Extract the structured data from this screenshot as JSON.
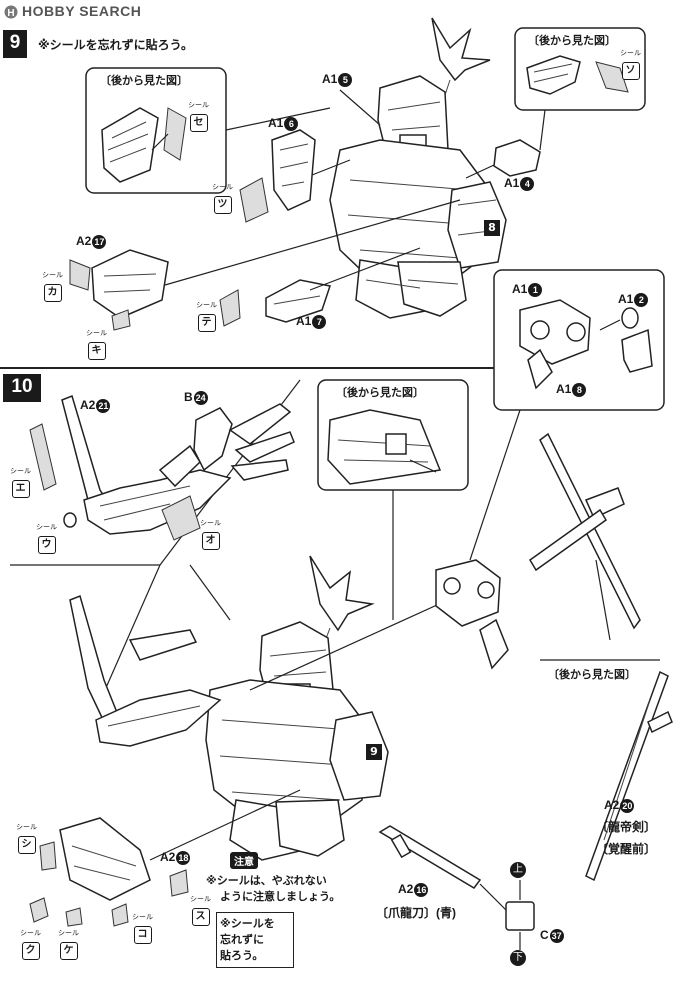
{
  "header": {
    "logo_text": "HOBBY SEARCH"
  },
  "step9": {
    "number": "9",
    "note": "※シールを忘れずに貼ろう。",
    "rear_view_left": "〔後から見た図〕",
    "rear_view_right": "〔後から見た図〕",
    "sticker_word": "シール",
    "parts": {
      "a1_5": {
        "label": "A1",
        "num": "5"
      },
      "a1_6": {
        "label": "A1",
        "num": "6"
      },
      "a1_4": {
        "label": "A1",
        "num": "4"
      },
      "a1_7": {
        "label": "A1",
        "num": "7"
      },
      "a2_17": {
        "label": "A2",
        "num": "17"
      }
    },
    "stickers": {
      "se": "セ",
      "so": "ソ",
      "tsu": "ツ",
      "ka": "カ",
      "ki": "キ",
      "te": "テ"
    },
    "ref_badge": "8"
  },
  "weapon_box": {
    "a1_1": {
      "label": "A1",
      "num": "1"
    },
    "a1_2": {
      "label": "A1",
      "num": "2"
    },
    "a1_8": {
      "label": "A1",
      "num": "8"
    }
  },
  "step10": {
    "number": "10",
    "rear_view_top": "〔後から見た図〕",
    "rear_view_right": "〔後から見た図〕",
    "sticker_word": "シール",
    "parts": {
      "a2_21": {
        "label": "A2",
        "num": "21"
      },
      "b_24": {
        "label": "B",
        "num": "24"
      },
      "a2_18": {
        "label": "A2",
        "num": "18"
      },
      "a2_20": {
        "label": "A2",
        "num": "20"
      },
      "a2_16": {
        "label": "A2",
        "num": "16"
      },
      "c_37": {
        "label": "C",
        "num": "37"
      }
    },
    "stickers": {
      "e": "エ",
      "u": "ウ",
      "o": "オ",
      "shi": "シ",
      "ku": "ク",
      "ke": "ケ",
      "ko": "コ",
      "su": "ス"
    },
    "ref_badge": "9",
    "sword_name_1": "〔龍帝剣〕",
    "sword_name_2": "〔覚醒前〕",
    "claw_sword_name": "〔爪龍刀〕(青)",
    "up_label": "上",
    "down_label": "下",
    "caution_badge": "注意",
    "caution_text_1": "※シールは、やぶれない",
    "caution_text_2": "ように注意しましょう。",
    "reminder_1": "※シールを",
    "reminder_2": "忘れずに",
    "reminder_3": "貼ろう。"
  }
}
